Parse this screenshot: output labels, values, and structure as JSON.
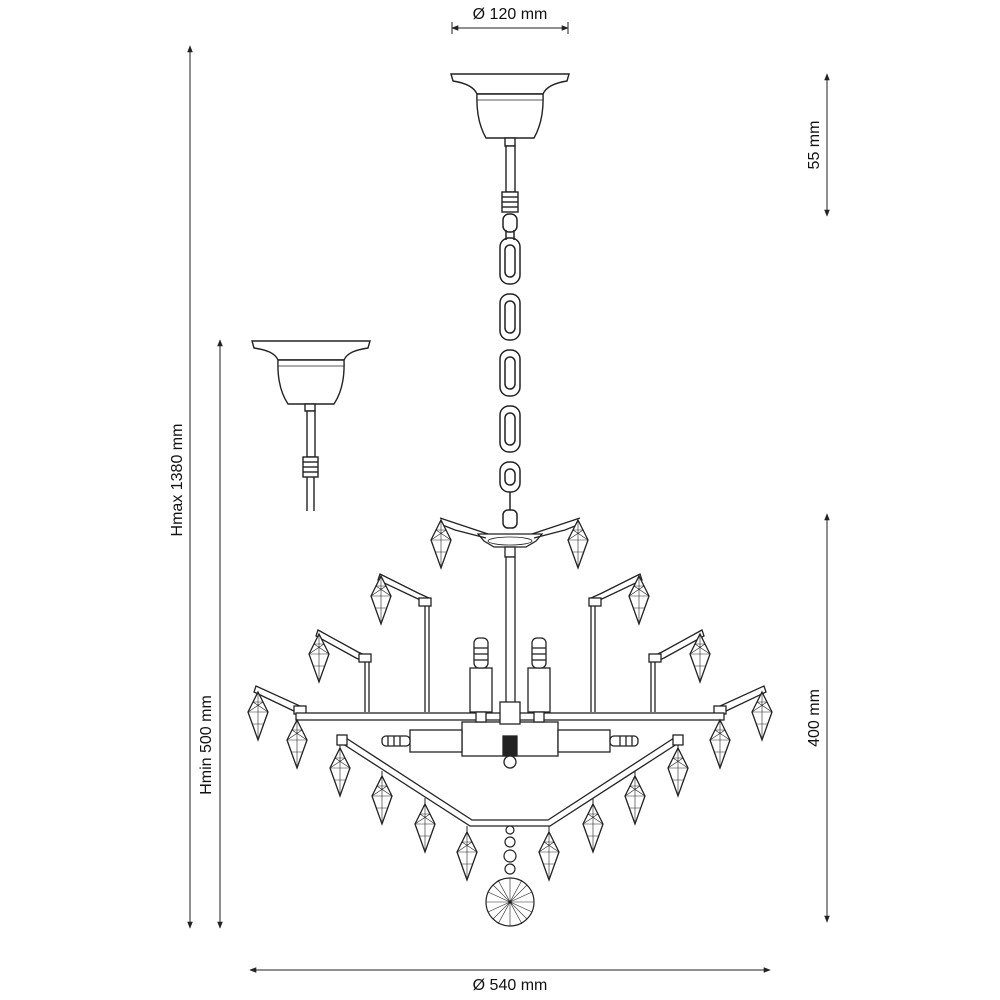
{
  "dimensions": {
    "top_diameter": "Ø 120 mm",
    "canopy_height": "55 mm",
    "hmax": "Hmax 1380 mm",
    "hmin": "Hmin 500 mm",
    "body_height": "400 mm",
    "bottom_diameter": "Ø 540 mm"
  },
  "colors": {
    "line": "#222222",
    "fill": "#ffffff",
    "crystal": "#333333"
  }
}
